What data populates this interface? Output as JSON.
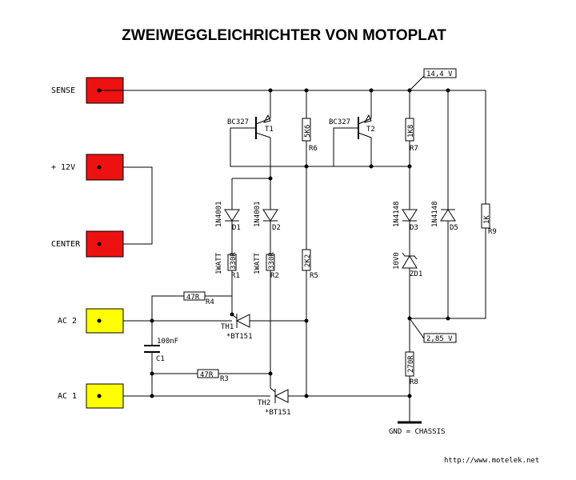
{
  "title": "ZWEIWEGGLEICHRICHTER VON MOTOPLAT",
  "terminals": {
    "sense": {
      "label": "SENSE",
      "color": "#ee1111"
    },
    "plus12": {
      "label": "+ 12V",
      "color": "#ee1111"
    },
    "center": {
      "label": "CENTER",
      "color": "#ee1111"
    },
    "ac2": {
      "label": "AC 2",
      "color": "#ffff00"
    },
    "ac1": {
      "label": "AC 1",
      "color": "#ffff00"
    }
  },
  "components": {
    "t1": {
      "type": "BC327",
      "ref": "T1"
    },
    "t2": {
      "type": "BC327",
      "ref": "T2"
    },
    "r6": {
      "value": "5K6",
      "ref": "R6"
    },
    "r7": {
      "value": "1K8",
      "ref": "R7"
    },
    "d1": {
      "type": "1N4001",
      "ref": "D1"
    },
    "d2": {
      "type": "1N4001",
      "ref": "D2"
    },
    "d3": {
      "type": "1N4148",
      "ref": "D3"
    },
    "d5": {
      "type": "1N4148",
      "ref": "D5"
    },
    "r9": {
      "value": "1K",
      "ref": "R9"
    },
    "r1": {
      "value": "330R",
      "ref": "R1",
      "rating": "1WATT"
    },
    "r2": {
      "value": "330R",
      "ref": "R2",
      "rating": "1WATT"
    },
    "r5": {
      "value": "2K2",
      "ref": "R5"
    },
    "zd1": {
      "value": "10V0",
      "ref": "ZD1"
    },
    "r4": {
      "value": "47R",
      "ref": "R4"
    },
    "r3": {
      "value": "47R",
      "ref": "R3"
    },
    "th1": {
      "ref": "TH1",
      "type": "*BT151"
    },
    "th2": {
      "ref": "TH2",
      "type": "*BT151"
    },
    "c1": {
      "value": "100nF",
      "ref": "C1"
    },
    "r8": {
      "value": "270R",
      "ref": "R8"
    }
  },
  "voltages": {
    "top": "14,4 V",
    "mid": "2,85 V"
  },
  "ground": "GND = CHASSIS",
  "footer": "http://www.motelek.net"
}
